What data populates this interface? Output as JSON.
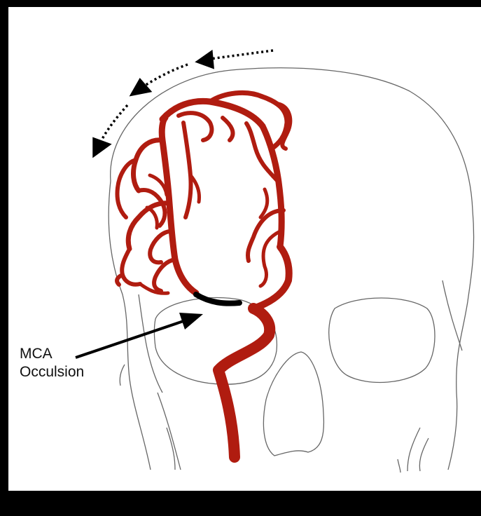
{
  "annotation": {
    "line1": "MCA",
    "line2": "Occulsion"
  },
  "colors": {
    "background": "#000000",
    "panel": "#ffffff",
    "skull_outline": "#666666",
    "artery": "#b01c10",
    "occlusion": "#000000",
    "arrow": "#000000"
  },
  "icons": [
    "skull-outline",
    "middle-cerebral-artery",
    "collateral-flow-arrows",
    "occlusion-pointer-arrow"
  ]
}
